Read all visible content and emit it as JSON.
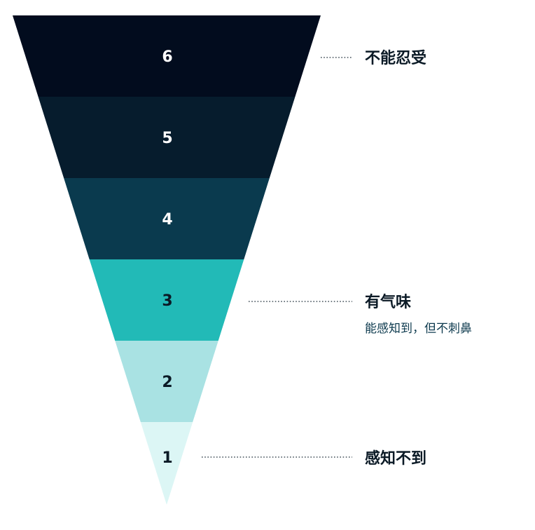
{
  "levels": [
    {
      "label": "6",
      "fill": "#020c1e",
      "text_color": "#ffffff"
    },
    {
      "label": "5",
      "fill": "#061c2d",
      "text_color": "#ffffff"
    },
    {
      "label": "4",
      "fill": "#0a3a4e",
      "text_color": "#ffffff"
    },
    {
      "label": "3",
      "fill": "#22bab7",
      "text_color": "#0b1a26"
    },
    {
      "label": "2",
      "fill": "#a9e2e3",
      "text_color": "#0b1a26"
    },
    {
      "label": "1",
      "fill": "#dcf6f5",
      "text_color": "#0b1a26"
    }
  ],
  "annotations": {
    "top": {
      "title": "不能忍受"
    },
    "middle": {
      "title": "有气味",
      "subtitle": "能感知到，但不刺鼻"
    },
    "bottom": {
      "title": "感知不到"
    }
  }
}
